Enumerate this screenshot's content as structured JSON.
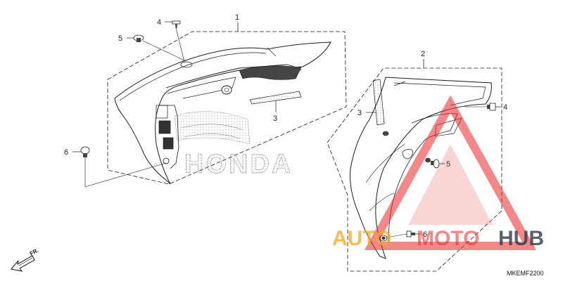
{
  "callouts": {
    "c1": "1",
    "c2": "2",
    "c3_left": "3",
    "c3_right": "3",
    "c4_left": "4",
    "c4_right": "4",
    "c5_left": "5",
    "c5_right": "5",
    "c6_left": "6",
    "c6_right": "6"
  },
  "logo_text": "HONDA",
  "direction_label": "FR.",
  "diagram_code": "MKEMF2200",
  "watermark": {
    "part1": "AUTO",
    "part2": "MOTO",
    "part3": "HUB"
  },
  "colors": {
    "line": "#1a1a1a",
    "watermark_red": "#e8282b",
    "watermark_orange": "#f3a81e",
    "watermark_dark": "#2e3b47"
  }
}
